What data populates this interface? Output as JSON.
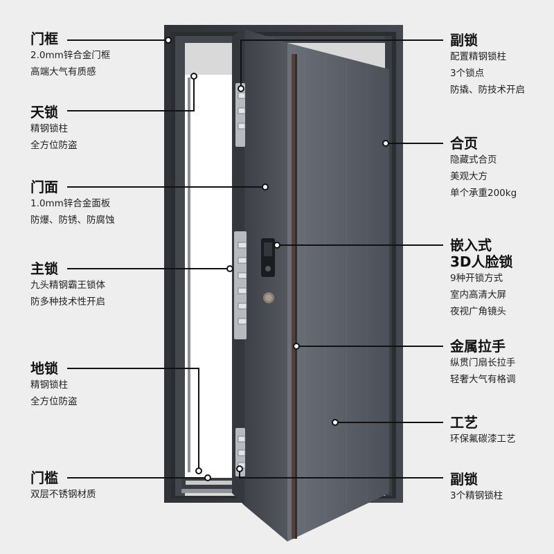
{
  "callouts_left": [
    {
      "id": "frame",
      "title": "门框",
      "lines": [
        "2.0mm锌合金门框",
        "高端大气有质感"
      ]
    },
    {
      "id": "top-lock",
      "title": "天锁",
      "lines": [
        "精钢锁柱",
        "全方位防盗"
      ]
    },
    {
      "id": "panel",
      "title": "门面",
      "lines": [
        "1.0mm锌合金面板",
        "防爆、防锈、防腐蚀"
      ]
    },
    {
      "id": "main-lock",
      "title": "主锁",
      "lines": [
        "九头精钢霸王锁体",
        "防多种技术性开启"
      ]
    },
    {
      "id": "bottom-lock",
      "title": "地锁",
      "lines": [
        "精钢锁柱",
        "全方位防盗"
      ]
    },
    {
      "id": "threshold",
      "title": "门槛",
      "lines": [
        "双层不锈钢材质"
      ]
    }
  ],
  "callouts_right": [
    {
      "id": "aux-lock-top",
      "title": "副锁",
      "lines": [
        "配置精钢锁柱",
        "3个锁点",
        "防撬、防技术开启"
      ]
    },
    {
      "id": "hinge",
      "title": "合页",
      "lines": [
        "隐藏式合页",
        "美观大方",
        "单个承重200kg"
      ]
    },
    {
      "id": "face-lock",
      "title": "嵌入式\n3D人脸锁",
      "lines": [
        "9种开锁方式",
        "室内高清大屏",
        "夜视广角镜头"
      ]
    },
    {
      "id": "handle",
      "title": "金属拉手",
      "lines": [
        "纵贯门扇长拉手",
        "轻奢大气有格调"
      ]
    },
    {
      "id": "finish",
      "title": "工艺",
      "lines": [
        "环保氟碳漆工艺"
      ]
    },
    {
      "id": "aux-lock-bottom",
      "title": "副锁",
      "lines": [
        "3个精钢锁柱"
      ]
    }
  ],
  "colors": {
    "background": "#eeeeee",
    "frame": "#3a3d44",
    "door_panel": "#5f646c",
    "door_edge": "#44474d",
    "handle": "#5a3e34",
    "callout_line": "#111111"
  }
}
